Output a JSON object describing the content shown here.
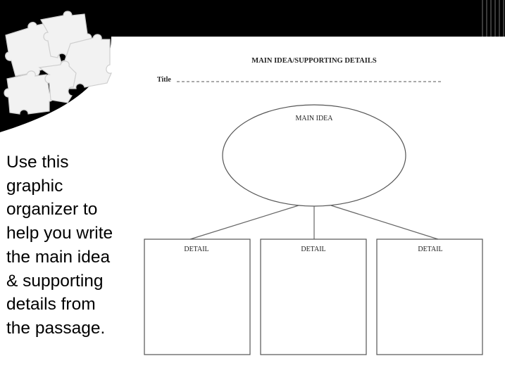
{
  "heading": "MAIN IDEA/SUPPORTING DETAILS",
  "title_label": "Title",
  "main_idea_label": "MAIN IDEA",
  "details": [
    {
      "label": "DETAIL"
    },
    {
      "label": "DETAIL"
    },
    {
      "label": "DETAIL"
    }
  ],
  "instruction": "Use this\ngraphic\norganizer to\nhelp you write\nthe main idea\n& supporting\ndetails from\nthe passage.",
  "decoration": {
    "icon": "puzzle-pieces-icon",
    "band_color": "#000000",
    "piece_color": "#ffffff"
  }
}
